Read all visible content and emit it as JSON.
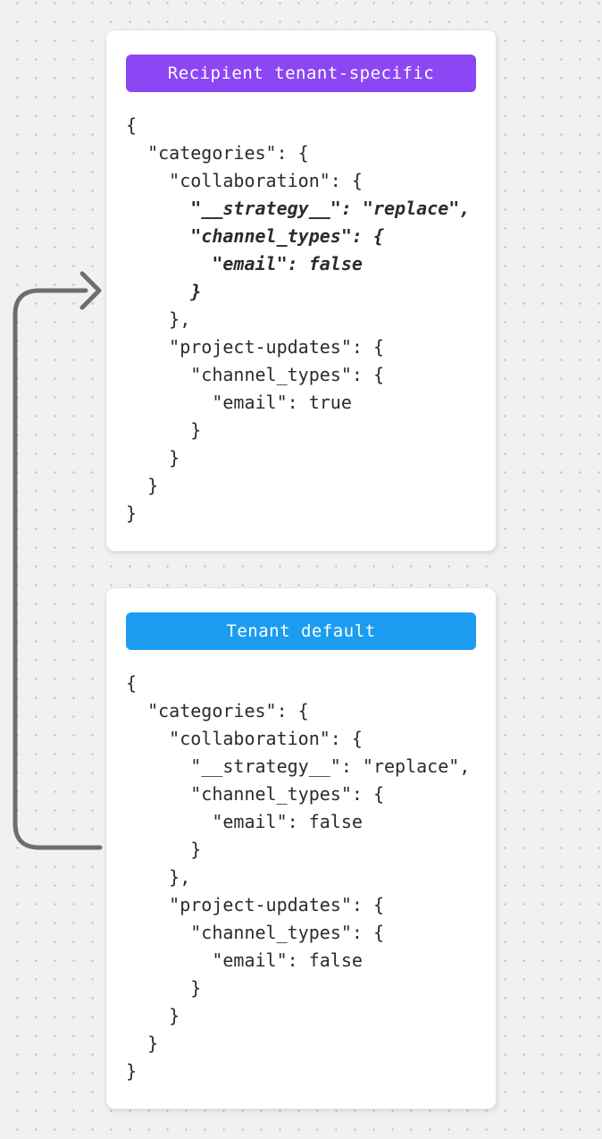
{
  "page": {
    "background_color": "#f1f1f1",
    "dot_color": "#c7c7c7"
  },
  "arrow": {
    "description": "merge-direction-arrow from tenant default block to recipient tenant-specific block",
    "color": "#6e6e6e"
  },
  "cards": [
    {
      "badge": {
        "label": "Recipient tenant-specific",
        "color": "#8c46f4",
        "text_color": "#ffffff"
      },
      "code_lines": [
        {
          "text": "{",
          "emphasis": false
        },
        {
          "text": "  \"categories\": {",
          "emphasis": false
        },
        {
          "text": "    \"collaboration\": {",
          "emphasis": false
        },
        {
          "text": "      \"__strategy__\": \"replace\",",
          "emphasis": true
        },
        {
          "text": "      \"channel_types\": {",
          "emphasis": true
        },
        {
          "text": "        \"email\": false",
          "emphasis": true
        },
        {
          "text": "      }",
          "emphasis": true
        },
        {
          "text": "    },",
          "emphasis": false
        },
        {
          "text": "    \"project-updates\": {",
          "emphasis": false
        },
        {
          "text": "      \"channel_types\": {",
          "emphasis": false
        },
        {
          "text": "        \"email\": true",
          "emphasis": false
        },
        {
          "text": "      }",
          "emphasis": false
        },
        {
          "text": "    }",
          "emphasis": false
        },
        {
          "text": "  }",
          "emphasis": false
        },
        {
          "text": "}",
          "emphasis": false
        }
      ]
    },
    {
      "badge": {
        "label": "Tenant default",
        "color": "#1b9cf0",
        "text_color": "#ffffff"
      },
      "code_lines": [
        {
          "text": "{",
          "emphasis": false
        },
        {
          "text": "  \"categories\": {",
          "emphasis": false
        },
        {
          "text": "    \"collaboration\": {",
          "emphasis": false
        },
        {
          "text": "      \"__strategy__\": \"replace\",",
          "emphasis": false
        },
        {
          "text": "      \"channel_types\": {",
          "emphasis": false
        },
        {
          "text": "        \"email\": false",
          "emphasis": false
        },
        {
          "text": "      }",
          "emphasis": false
        },
        {
          "text": "    },",
          "emphasis": false
        },
        {
          "text": "    \"project-updates\": {",
          "emphasis": false
        },
        {
          "text": "      \"channel_types\": {",
          "emphasis": false
        },
        {
          "text": "        \"email\": false",
          "emphasis": false
        },
        {
          "text": "      }",
          "emphasis": false
        },
        {
          "text": "    }",
          "emphasis": false
        },
        {
          "text": "  }",
          "emphasis": false
        },
        {
          "text": "}",
          "emphasis": false
        }
      ]
    }
  ]
}
